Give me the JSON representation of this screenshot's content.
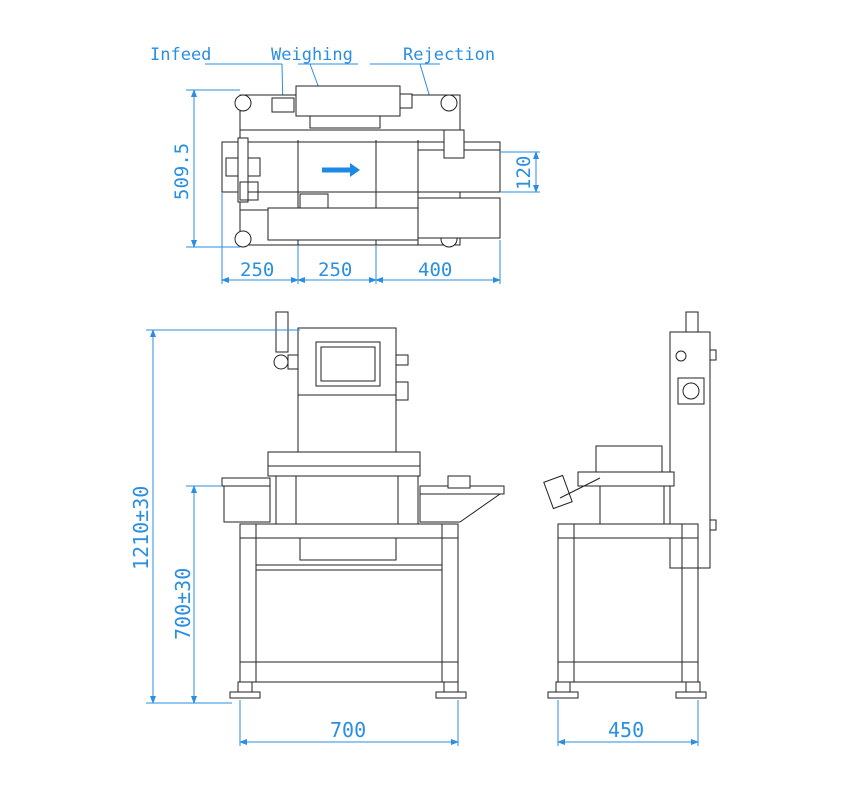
{
  "labels": {
    "infeed": "Infeed",
    "weighing": "Weighing",
    "rejection": "Rejection"
  },
  "top_view": {
    "height_dim": "509.5",
    "belt_height_dim": "120",
    "section_dims": [
      "250",
      "250",
      "400"
    ]
  },
  "front_view": {
    "total_height_dim": "1210±30",
    "conveyor_height_dim": "700±30",
    "width_dim": "700"
  },
  "side_view": {
    "depth_dim": "450"
  },
  "colors": {
    "dimension": "#2a8fe0",
    "linework": "#222222",
    "flow_arrow": "#1e88e5"
  }
}
